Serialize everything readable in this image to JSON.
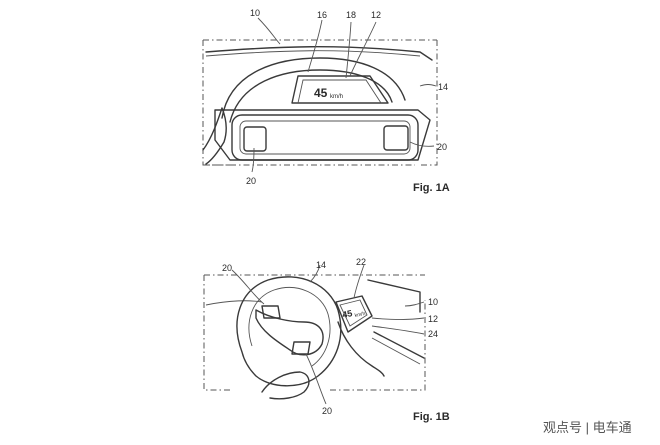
{
  "fig1a": {
    "caption": "Fig. 1A",
    "refs": {
      "r10": "10",
      "r16": "16",
      "r18": "18",
      "r12": "12",
      "r14": "14",
      "r20_right": "20",
      "r20_bottom": "20"
    },
    "display_speed": "45",
    "display_unit": "km/h"
  },
  "fig1b": {
    "caption": "Fig. 1B",
    "refs": {
      "r20_top": "20",
      "r14": "14",
      "r22": "22",
      "r10": "10",
      "r12": "12",
      "r24": "24",
      "r20_bottom": "20"
    },
    "display_speed": "45",
    "display_unit": "km/h"
  },
  "watermark": "观点号 | 电车通"
}
